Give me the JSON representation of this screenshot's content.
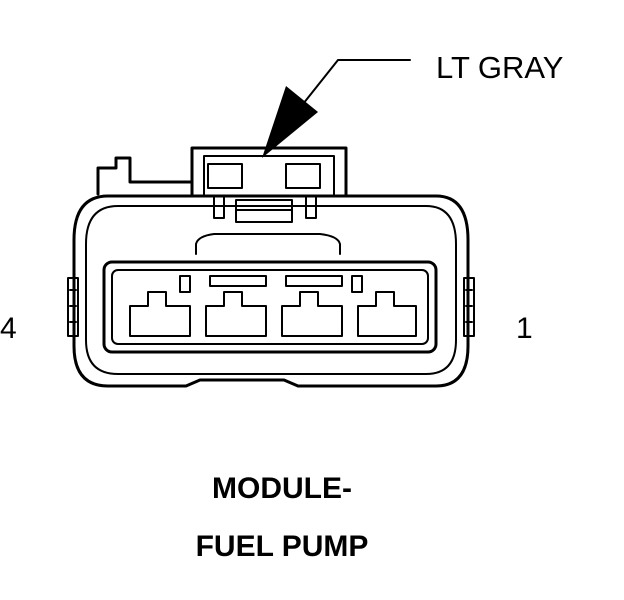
{
  "callout": {
    "color_label": "LT GRAY"
  },
  "pins": {
    "left_label": "4",
    "right_label": "1"
  },
  "caption": {
    "line1": "MODULE-",
    "line2": "FUEL PUMP"
  },
  "connector": {
    "cavity_count": 4
  }
}
